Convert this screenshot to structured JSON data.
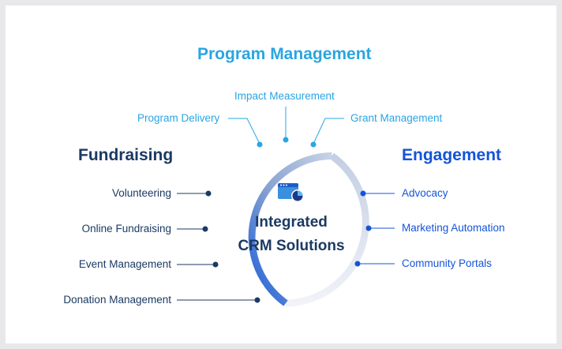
{
  "sections": {
    "program_management": "Program Management",
    "fundraising": "Fundraising",
    "engagement": "Engagement"
  },
  "program_items": [
    "Program Delivery",
    "Impact Measurement",
    "Grant Management"
  ],
  "fundraising_items": [
    "Volunteering",
    "Online Fundraising",
    "Event Management",
    "Donation Management"
  ],
  "engagement_items": [
    "Advocacy",
    "Marketing Automation",
    "Community Portals"
  ],
  "center": {
    "line1": "Integrated",
    "line2": "CRM Solutions",
    "icon": "browser-chart-icon"
  },
  "colors": {
    "program": "#2aa5e2",
    "fundraising": "#1b3a63",
    "engagement": "#1454d8",
    "ring_start": "#1454d8",
    "ring_end": "#e9ecf3"
  }
}
